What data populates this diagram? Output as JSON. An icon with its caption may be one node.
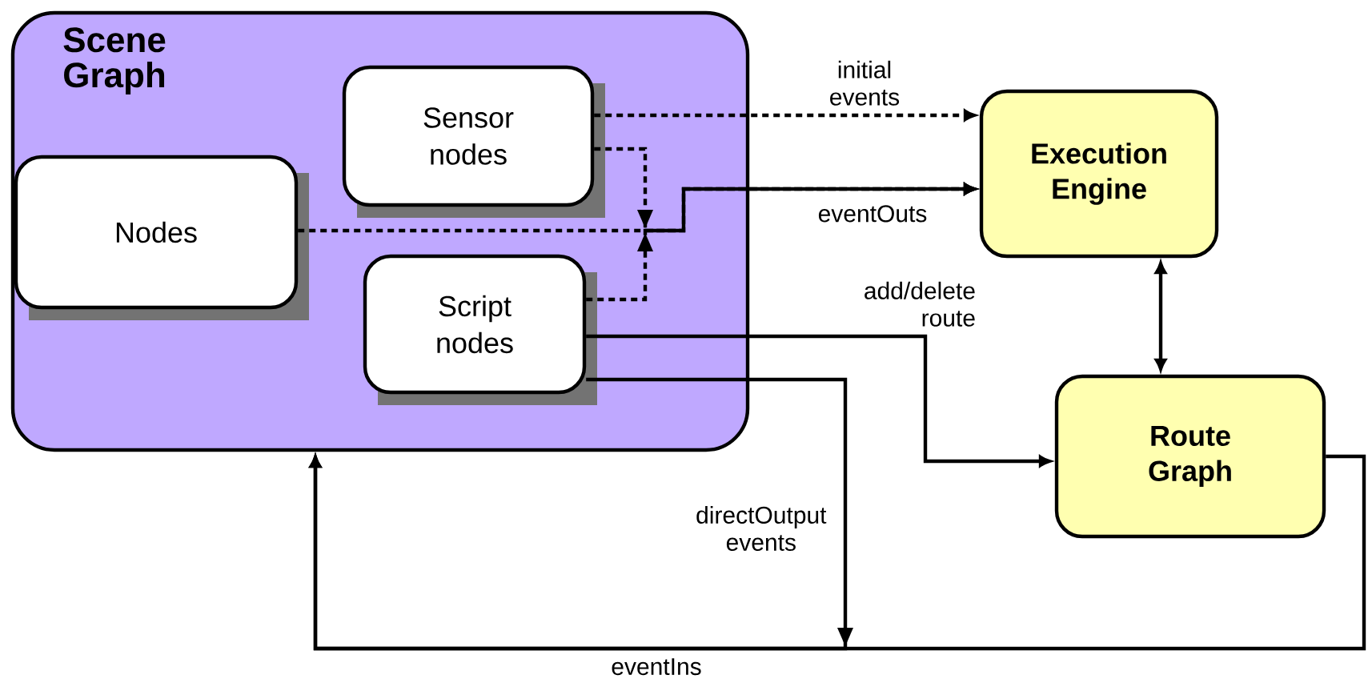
{
  "diagram": {
    "nodes": [
      {
        "text": [
          "Scene Graph"
        ]
      },
      {
        "text": [
          "Sensor nodes"
        ],
        "in": 0
      },
      {
        "text": [
          "Nodes"
        ],
        "in": 0
      },
      {
        "text": [
          "Script nodes"
        ],
        "in": 0
      },
      {
        "text": [
          "Execution Engine"
        ]
      },
      {
        "text": [
          "Route Graph"
        ]
      }
    ],
    "edges": [
      {
        "from": 1,
        "to": 4,
        "arrow": "to",
        "style": "dashed",
        "label": "initial events"
      },
      {
        "from": 1,
        "to": 4,
        "arrow": "to",
        "style": "dashed"
      },
      {
        "from": 2,
        "to": 4,
        "arrow": "to",
        "style": "dashed",
        "label": "eventOuts"
      },
      {
        "from": 3,
        "to": 4,
        "arrow": "to",
        "style": "dashed"
      },
      {
        "from": 4,
        "to": 5,
        "arrow": "both"
      },
      {
        "from": 3,
        "to": 5,
        "arrow": "to",
        "label": "add/delete route"
      },
      {
        "from": 3,
        "to": 0,
        "arrow": "to",
        "label": "directOutput events"
      },
      {
        "from": 5,
        "to": 0,
        "arrow": "to",
        "label": "eventIns"
      }
    ]
  }
}
